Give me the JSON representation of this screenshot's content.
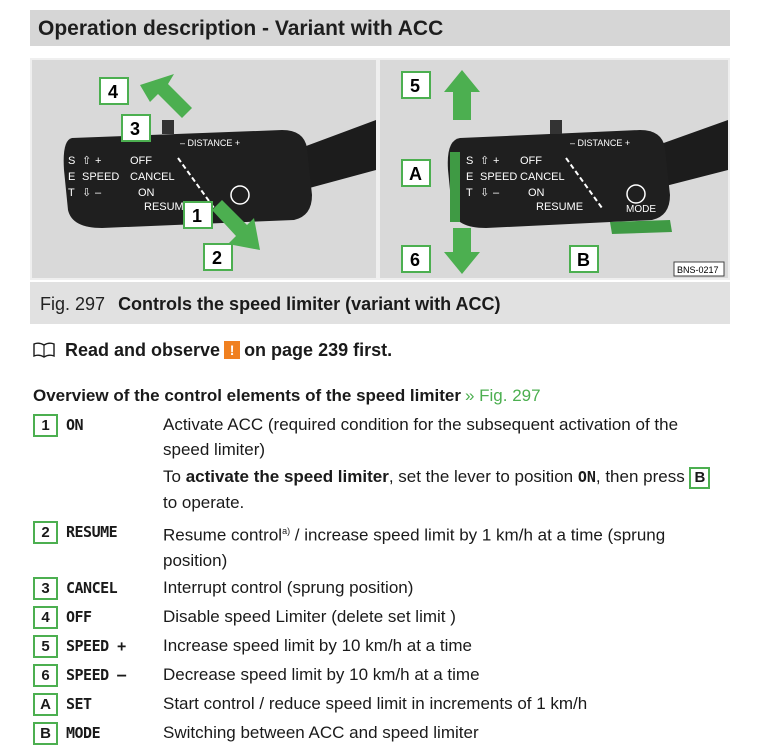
{
  "header": {
    "title": "Operation description - Variant with ACC"
  },
  "figure": {
    "image_code": "BNS-0217",
    "caption_label": "Fig. 297",
    "caption_title": "Controls the speed limiter (variant with ACC)",
    "callouts_left": [
      "4",
      "3",
      "1",
      "2"
    ],
    "callouts_right": [
      "5",
      "A",
      "6",
      "B"
    ],
    "lever_labels": {
      "distance": "– DISTANCE +",
      "s": "S",
      "e": "E",
      "t": "T",
      "speed": "SPEED",
      "plus": "+",
      "minus": "–",
      "off": "OFF",
      "cancel": "CANCEL",
      "on": "ON",
      "resume": "RESUME",
      "mode": "MODE"
    },
    "colors": {
      "arrow_green": "#4caf50",
      "lever_dark": "#1c1c1c"
    }
  },
  "note": {
    "text_before": "Read and observe",
    "warning_symbol": "!",
    "text_after": "on page 239 first."
  },
  "section": {
    "title": "Overview of the control elements of the speed limiter",
    "ref": "» Fig. 297"
  },
  "items": [
    {
      "key": "1",
      "label": "ON",
      "desc": "Activate ACC (required condition for the subsequent activation of the speed limiter)"
    },
    {
      "key": "",
      "label": "",
      "desc_parts": [
        "To ",
        "activate the speed limiter",
        ", set the lever to position ",
        "ON",
        ", then press ",
        "B",
        " to operate."
      ]
    },
    {
      "key": "2",
      "label": "RESUME",
      "desc": "Resume control⁾ / increase speed limit by 1 km/h at a time (sprung position)",
      "desc_main": "Resume control",
      "desc_sup": "a)",
      "desc_rest": " / increase speed limit by 1 km/h at a time (sprung position)"
    },
    {
      "key": "3",
      "label": "CANCEL",
      "desc": "Interrupt control (sprung position)"
    },
    {
      "key": "4",
      "label": "OFF",
      "desc": "Disable speed Limiter (delete set limit )"
    },
    {
      "key": "5",
      "label": "SPEED +",
      "desc": "Increase speed limit by 10 km/h at a time"
    },
    {
      "key": "6",
      "label": "SPEED –",
      "desc": "Decrease speed limit by 10 km/h at a time"
    },
    {
      "key": "A",
      "label": "SET",
      "desc": "Start control / reduce speed limit in increments of 1 km/h"
    },
    {
      "key": "B",
      "label": "MODE",
      "desc": "Switching between ACC and speed limiter"
    }
  ]
}
